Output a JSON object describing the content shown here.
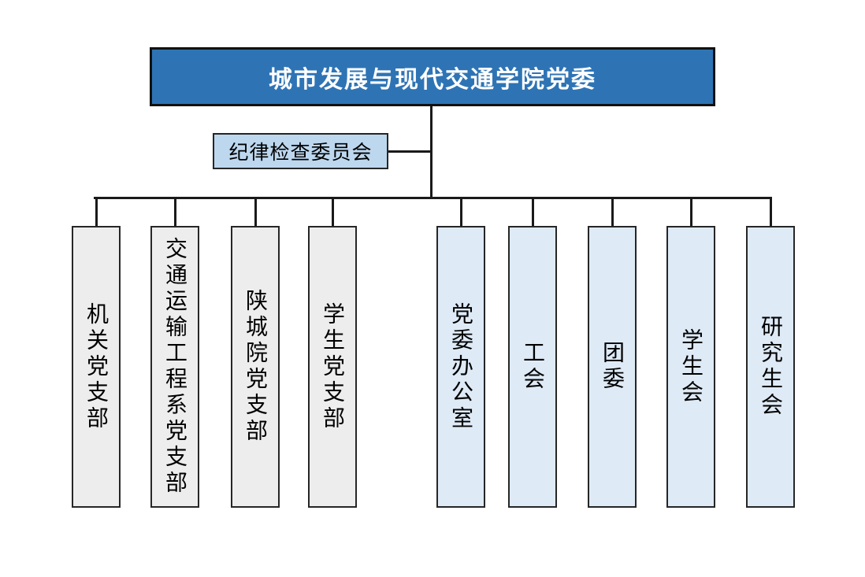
{
  "diagram": {
    "type": "org-chart",
    "root": {
      "label": "城市发展与现代交通学院党委"
    },
    "secondary": {
      "label": "纪律检查委员会"
    },
    "branches": [
      {
        "label": "机关党支部",
        "style": "gray"
      },
      {
        "label": "交通运输工程系党支部",
        "style": "gray"
      },
      {
        "label": "陕城院党支部",
        "style": "gray"
      },
      {
        "label": "学生党支部",
        "style": "gray"
      },
      {
        "label": "党委办公室",
        "style": "blue"
      },
      {
        "label": "工会",
        "style": "blue"
      },
      {
        "label": "团委",
        "style": "blue"
      },
      {
        "label": "学生会",
        "style": "blue"
      },
      {
        "label": "研究生会",
        "style": "blue"
      }
    ],
    "colors": {
      "root_fill": "#2E74B5",
      "root_text": "#FFFFFF",
      "secondary_fill": "#BDD7EE",
      "gray_fill": "#EDEDED",
      "blue_fill": "#DEEAF6",
      "line": "#1A1A1A"
    }
  }
}
